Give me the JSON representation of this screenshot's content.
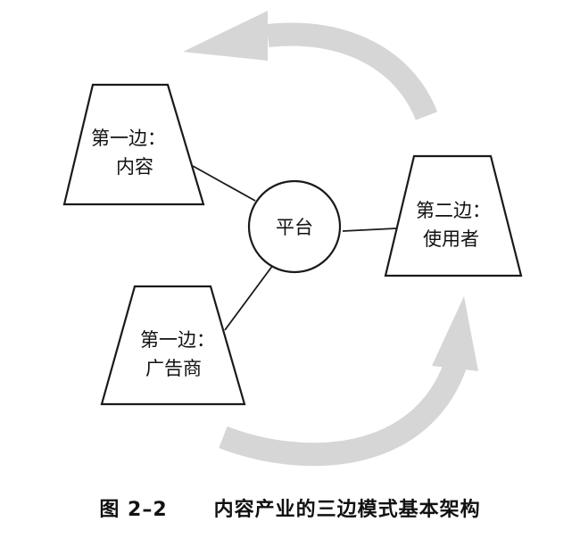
{
  "diagram": {
    "nodes": {
      "content": {
        "line1": "第一边：",
        "line2": "内容"
      },
      "advertiser": {
        "line1": "第一边：",
        "line2": "广告商"
      },
      "platform": {
        "label": "平台"
      },
      "user": {
        "line1": "第二边：",
        "line2": "使用者"
      }
    },
    "colors": {
      "stroke": "#1a1a1a",
      "arrow": "#d6d6d6"
    }
  },
  "caption": {
    "number": "图 2–2",
    "title": "内容产业的三边模式基本架构"
  }
}
